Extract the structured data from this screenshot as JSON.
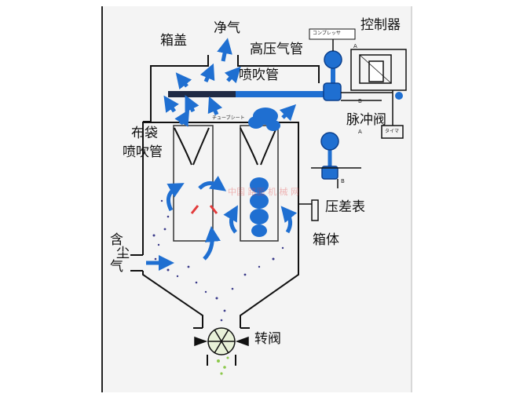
{
  "labels": {
    "cover": "箱盖",
    "clean_gas": "净气",
    "high_pressure_pipe": "高压气管",
    "controller": "控制器",
    "blow_pipe": "喷吹管",
    "pulse_valve": "脉冲阀",
    "bag": "布袋",
    "nozzle": "喷吹管",
    "pressure_gauge": "压差表",
    "housing": "箱体",
    "dust_gas_1": "含",
    "dust_gas_2": "尘",
    "dust_gas_3": "气",
    "rotary_valve": "转阀",
    "compressor": "コンプレッサ",
    "timer": "タイマ",
    "tube_sheet": "チューブシート",
    "mark_a1": "A",
    "mark_b1": "B",
    "mark_a2": "A",
    "mark_b2": "B"
  },
  "watermark": "中国 路面 机 械 网",
  "colors": {
    "background": "#f4f4f4",
    "frame": "#cfcfcf",
    "ink": "#111111",
    "blue": "#1f6fd1",
    "blue_light": "#5aa0f0",
    "dust": "#3b3b8a",
    "green": "#8cc84b"
  }
}
